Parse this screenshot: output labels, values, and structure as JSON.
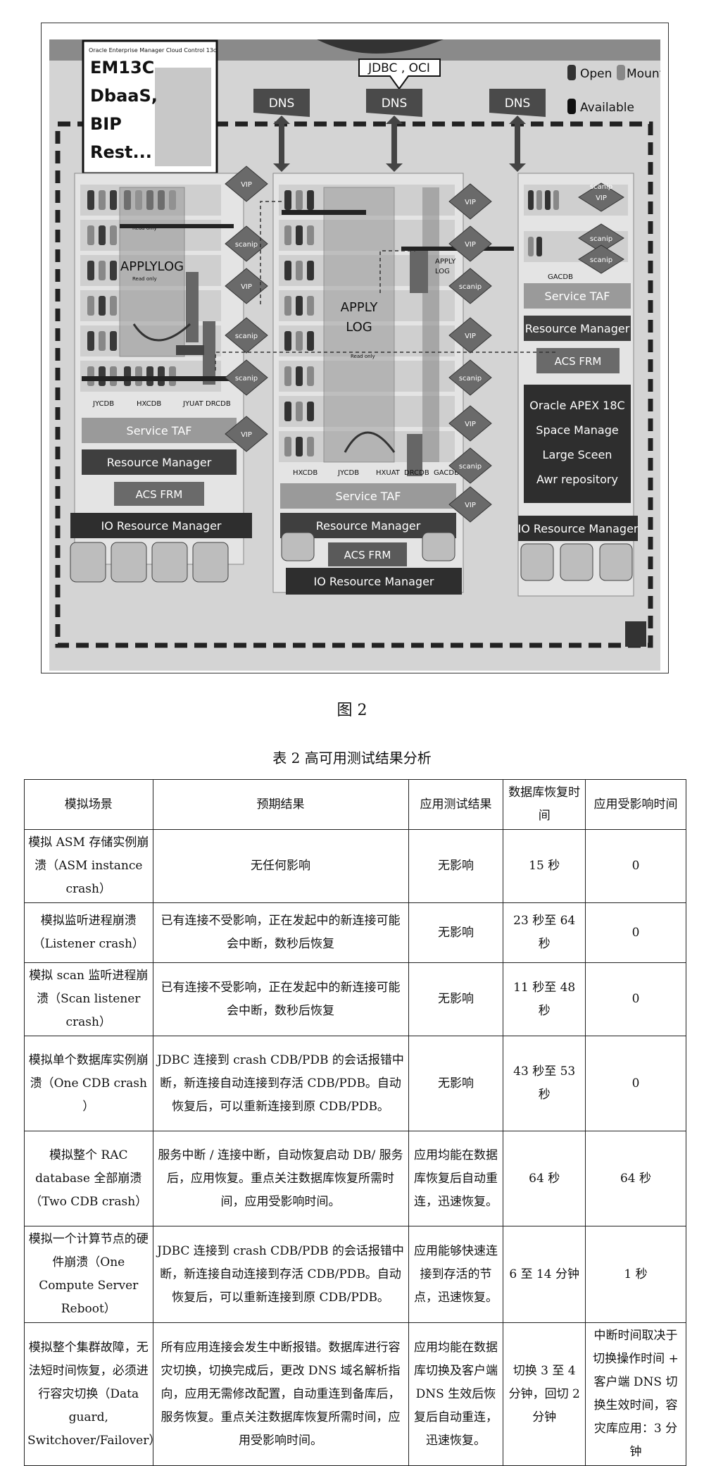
{
  "figure": {
    "caption": "图 2",
    "em_box": {
      "header": "Oracle Enterprise Manager Cloud Control 13c",
      "lines": [
        "EM13C",
        "DbaaS,",
        "BIP",
        "Rest..."
      ]
    },
    "jdbc": "JDBC , OCI",
    "dns": "DNS",
    "legend": [
      "Open",
      "Mount",
      "Available"
    ],
    "vip": "VIP",
    "scanip": "scanip",
    "applylog": "APPLYLOG",
    "apply_log_top": "APPLY",
    "apply_log_bottom": "LOG",
    "small_apply_log": [
      "APPLY",
      "LOG"
    ],
    "read_only": "Read only",
    "left_db_labels": [
      "JYCDB",
      "HXCDB",
      "JYUAT",
      "DRCDB"
    ],
    "mid_db_labels": [
      "HXCDB",
      "JYCDB",
      "HXUAT",
      "DRCDB",
      "GACDB"
    ],
    "gacdb": "GACDB",
    "service_taf": "Service TAF",
    "resource_manager": "Resource Manager",
    "acs_frm": "ACS FRM",
    "io_resource_manager": "IO Resource Manager",
    "apex_lines": [
      "Oracle APEX 18C",
      "Space Manage",
      "Large Sceen",
      "Awr repository"
    ]
  },
  "table": {
    "caption": "表 2   高可用测试结果分析",
    "headers": [
      "模拟场景",
      "预期结果",
      "应用测试结果",
      "数据库恢复时间",
      "应用受影响时间"
    ],
    "rows": [
      [
        "模拟 ASM 存储实例崩溃（ASM instance crash）",
        "无任何影响",
        "无影响",
        "15 秒",
        "0"
      ],
      [
        "模拟监听进程崩溃（Listener crash）",
        "已有连接不受影响，正在发起中的新连接可能会中断，数秒后恢复",
        "无影响",
        "23 秒至 64 秒",
        "0"
      ],
      [
        "模拟 scan 监听进程崩溃（Scan listener crash）",
        "已有连接不受影响，正在发起中的新连接可能会中断，数秒后恢复",
        "无影响",
        "11 秒至 48 秒",
        "0"
      ],
      [
        "模拟单个数据库实例崩溃（One CDB crash ）",
        "JDBC 连接到 crash CDB/PDB 的会话报错中断，新连接自动连接到存活 CDB/PDB。自动恢复后，可以重新连接到原 CDB/PDB。",
        "无影响",
        "43 秒至 53 秒",
        "0"
      ],
      [
        "模拟整个 RAC database 全部崩溃（Two CDB crash）",
        "服务中断 / 连接中断，自动恢复启动 DB/ 服务后，应用恢复。重点关注数据库恢复所需时间，应用受影响时间。",
        "应用均能在数据库恢复后自动重连，迅速恢复。",
        "64 秒",
        "64 秒"
      ],
      [
        "模拟一个计算节点的硬件崩溃（One Compute Server Reboot）",
        "JDBC 连接到 crash CDB/PDB 的会话报错中断，新连接自动连接到存活 CDB/PDB。自动恢复后，可以重新连接到原 CDB/PDB。",
        "应用能够快速连接到存活的节点，迅速恢复。",
        "6 至 14 分钟",
        "1 秒"
      ],
      [
        "模拟整个集群故障，无法短时间恢复，必须进行容灾切换（Data guard, Switchover/Failover）",
        "所有应用连接会发生中断报错。数据库进行容灾切换，切换完成后，更改 DNS 域名解析指向，应用无需修改配置，自动重连到备库后，服务恢复。重点关注数据库恢复所需时间，应用受影响时间。",
        "应用均能在数据库切换及客户端 DNS 生效后恢复后自动重连，迅速恢复。",
        "切换 3 至 4 分钟，回切 2 分钟",
        "中断时间取决于切换操作时间 + 客户端 DNS 切换生效时间，容灾库应用：3 分钟"
      ]
    ]
  }
}
